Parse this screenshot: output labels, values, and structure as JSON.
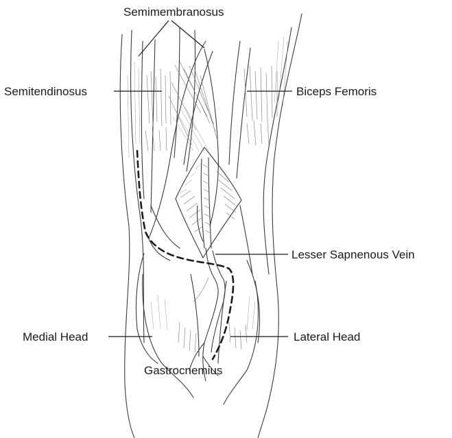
{
  "labels": {
    "semimembranosus": "Semimembranosus",
    "semitendinosus": "Semitendinosus",
    "biceps_femoris": "Biceps Femoris",
    "lesser_saphenous_vein": "Lesser Sapnenous Vein",
    "medial_head": "Medial Head",
    "lateral_head": "Lateral Head",
    "gastrocnemius": "Gastrocnemius"
  },
  "colors": {
    "ink": "#1a1a1a",
    "line": "#3a3a3a",
    "shade": "#777777",
    "background": "#ffffff"
  }
}
